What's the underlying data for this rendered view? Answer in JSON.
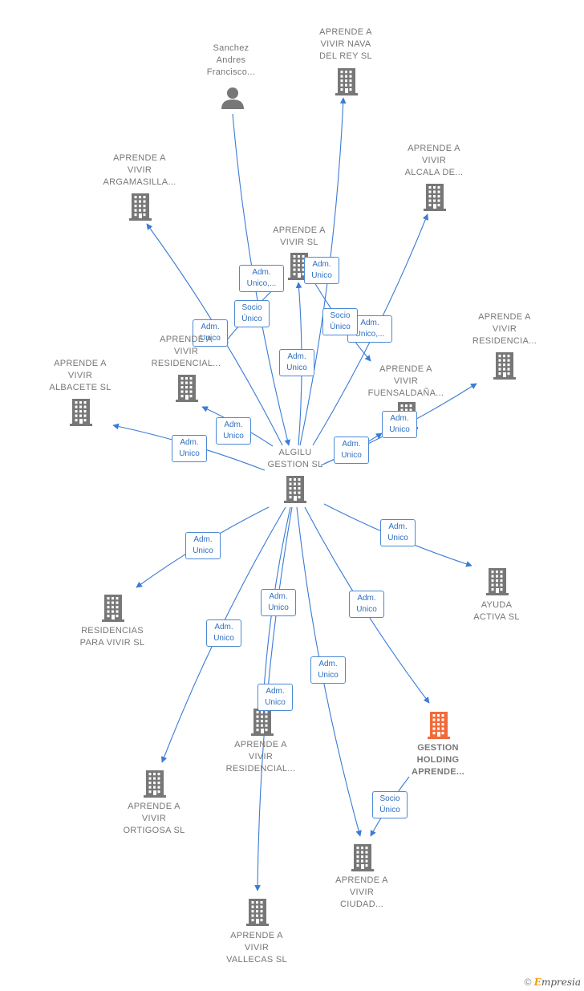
{
  "colors": {
    "edge": "#3a7bd5",
    "node": "#777777",
    "highlight": "#f26b3a"
  },
  "nodes": [
    {
      "id": "center",
      "label": "ALGILU\nGESTION  SL",
      "type": "company"
    },
    {
      "id": "sanchez",
      "label": "Sanchez\nAndres\nFrancisco...",
      "type": "person"
    },
    {
      "id": "nava",
      "label": "APRENDE A\nVIVIR NAVA\nDEL REY  SL",
      "type": "company"
    },
    {
      "id": "argamasilla",
      "label": "APRENDE A\nVIVIR\nARGAMASILLA...",
      "type": "company"
    },
    {
      "id": "alcala",
      "label": "APRENDE A\nVIVIR\nALCALA DE...",
      "type": "company"
    },
    {
      "id": "vivirsl",
      "label": "APRENDE A\nVIVIR SL",
      "type": "company"
    },
    {
      "id": "residencia1",
      "label": "APRENDE A\nVIVIR\nRESIDENCIA...",
      "type": "company"
    },
    {
      "id": "residencial1",
      "label": "APRENDE A\nVIVIR\nRESIDENCIAL...",
      "type": "company"
    },
    {
      "id": "albacete",
      "label": "APRENDE A\nVIVIR\nALBACETE  SL",
      "type": "company"
    },
    {
      "id": "fuensaldana",
      "label": "APRENDE A\nVIVIR\nFUENSALDAÑA...",
      "type": "company"
    },
    {
      "id": "residencias",
      "label": "RESIDENCIAS\nPARA VIVIR  SL",
      "type": "company"
    },
    {
      "id": "ayuda",
      "label": "AYUDA\nACTIVA  SL",
      "type": "company"
    },
    {
      "id": "residencial2",
      "label": "APRENDE A\nVIVIR\nRESIDENCIAL...",
      "type": "company"
    },
    {
      "id": "gestion",
      "label": "GESTION\nHOLDING\nAPRENDE...",
      "type": "company",
      "highlight": true
    },
    {
      "id": "ortigosa",
      "label": "APRENDE A\nVIVIR\nORTIGOSA  SL",
      "type": "company"
    },
    {
      "id": "ciudad",
      "label": "APRENDE A\nVIVIR\nCIUDAD...",
      "type": "company"
    },
    {
      "id": "vallecas",
      "label": "APRENDE A\nVIVIR\nVALLECAS  SL",
      "type": "company"
    }
  ],
  "edges": [
    {
      "from": "sanchez",
      "to": "center",
      "label": "Adm.\nUnico,..."
    },
    {
      "from": "center",
      "to": "nava",
      "label": "Adm.\nUnico"
    },
    {
      "from": "center",
      "to": "argamasilla",
      "label": "Adm.\nUnico"
    },
    {
      "from": "center",
      "to": "alcala",
      "label": "Adm.\nUnico,..."
    },
    {
      "from": "center",
      "to": "vivirsl",
      "label": "Adm.\nUnico"
    },
    {
      "from": "vivirsl",
      "to": "residencial1",
      "label": "Socio\nÚnico"
    },
    {
      "from": "vivirsl",
      "to": "fuensaldana",
      "label": "Socio\nÚnico"
    },
    {
      "from": "center",
      "to": "residencia1",
      "label": "Adm.\nUnico"
    },
    {
      "from": "center",
      "to": "residencial1",
      "label": "Adm.\nUnico"
    },
    {
      "from": "center",
      "to": "albacete",
      "label": "Adm.\nUnico"
    },
    {
      "from": "center",
      "to": "fuensaldana",
      "label": "Adm.\nUnico"
    },
    {
      "from": "center",
      "to": "residencias",
      "label": "Adm.\nUnico"
    },
    {
      "from": "center",
      "to": "ayuda",
      "label": "Adm.\nUnico"
    },
    {
      "from": "center",
      "to": "residencial2",
      "label": "Adm.\nUnico"
    },
    {
      "from": "center",
      "to": "gestion",
      "label": "Adm.\nUnico"
    },
    {
      "from": "center",
      "to": "ortigosa",
      "label": "Adm.\nUnico"
    },
    {
      "from": "center",
      "to": "ciudad",
      "label": "Adm.\nUnico"
    },
    {
      "from": "center",
      "to": "vallecas",
      "label": "Adm.\nUnico"
    },
    {
      "from": "gestion",
      "to": "ciudad",
      "label": "Socio\nÚnico"
    }
  ],
  "footer": {
    "copyright": "©",
    "brand_initial": "E",
    "brand_rest": "mpresia"
  }
}
